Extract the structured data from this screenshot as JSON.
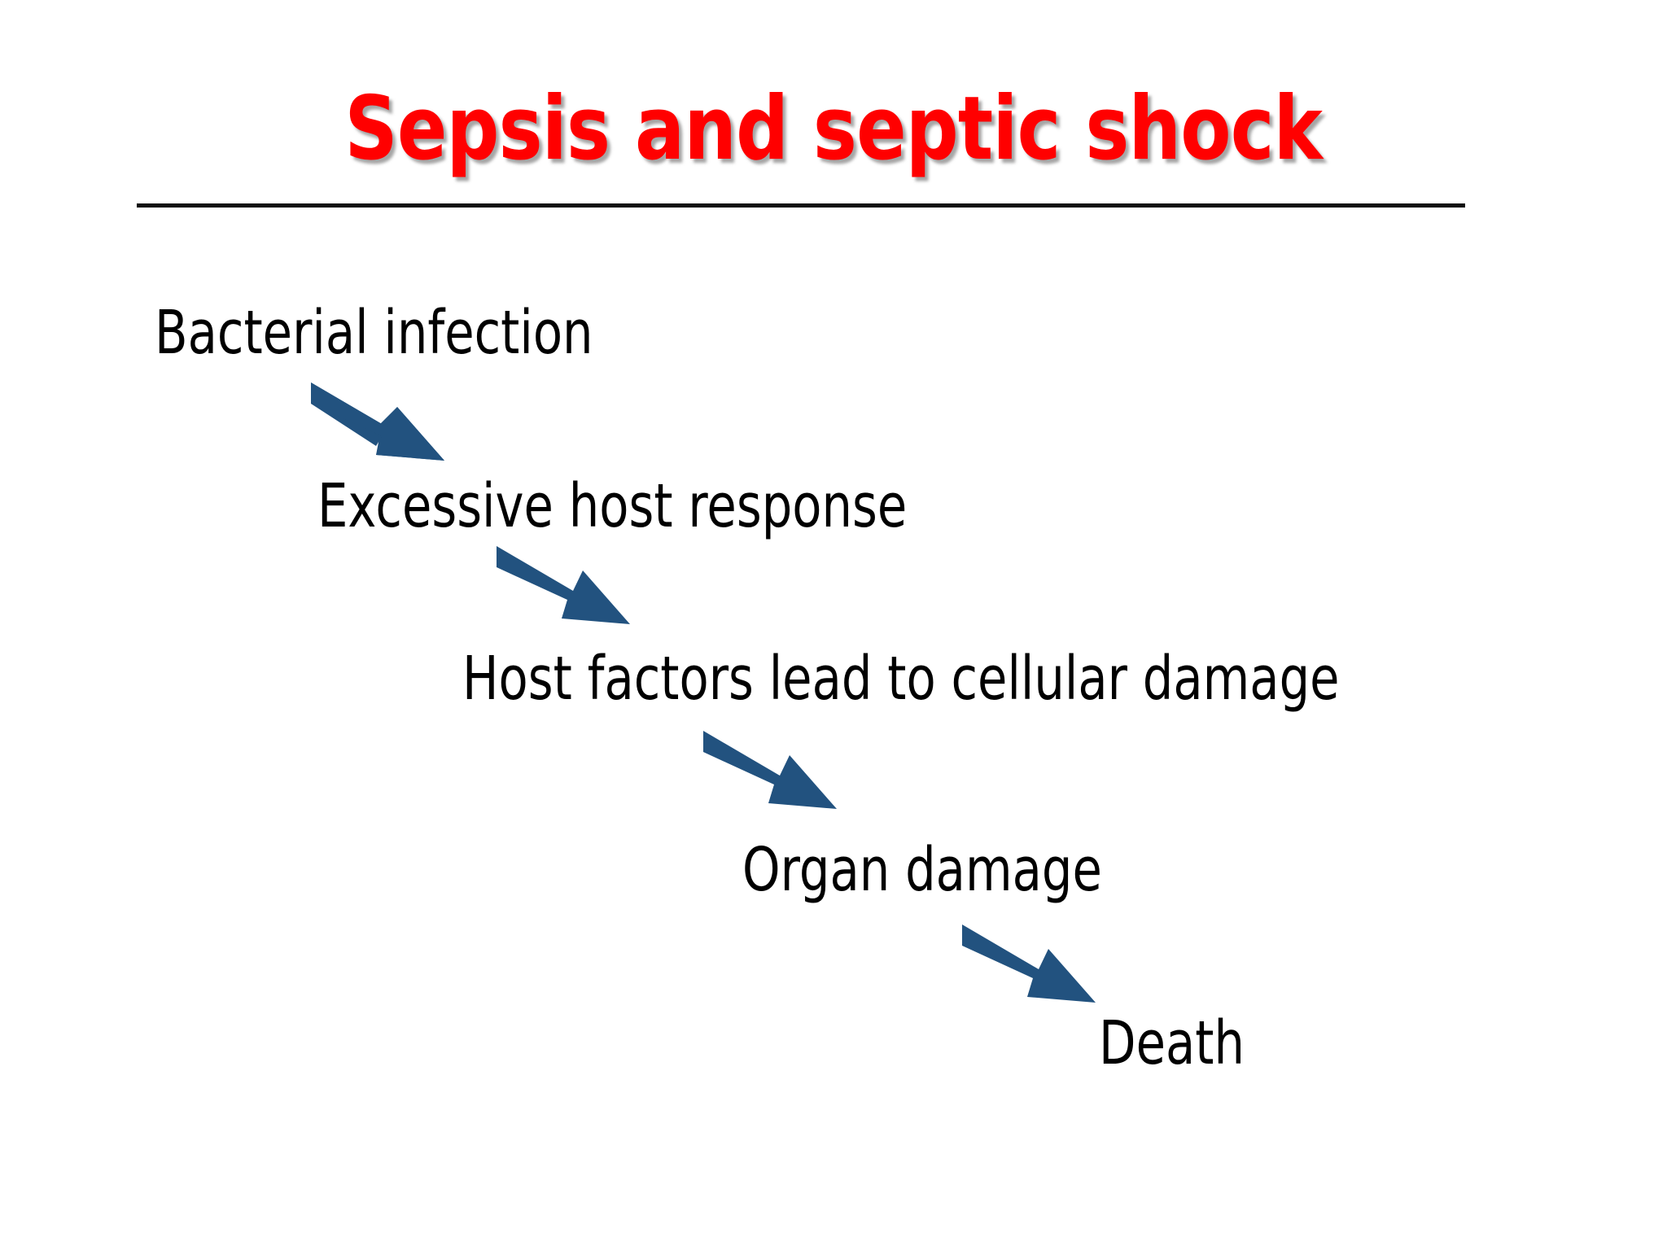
{
  "slide": {
    "background_color": "#FFFFFF",
    "title": "Sepsis and septic shock",
    "title_color": "#FF0000",
    "rule_color": "#0D0D0D",
    "body_text_color": "#000000",
    "arrow_color": "#1F4E79"
  },
  "flow": {
    "steps": [
      {
        "label": "Bacterial infection"
      },
      {
        "label": "Excessive host response"
      },
      {
        "label": "Host factors lead to cellular damage"
      },
      {
        "label": "Organ damage"
      },
      {
        "label": "Death"
      }
    ],
    "arrows": [
      {
        "name": "arrow-bacterial-to-response",
        "direction": "down-right"
      },
      {
        "name": "arrow-response-to-cellular",
        "direction": "down-right"
      },
      {
        "name": "arrow-cellular-to-organ",
        "direction": "down-right"
      },
      {
        "name": "arrow-organ-to-death",
        "direction": "down-right"
      }
    ]
  }
}
